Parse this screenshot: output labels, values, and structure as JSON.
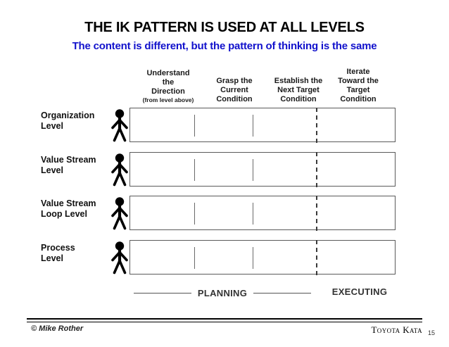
{
  "slide": {
    "title": "THE IK PATTERN IS USED AT ALL LEVELS",
    "subtitle": "The content is different, but the pattern of thinking is the same",
    "title_color": "#000000",
    "subtitle_color": "#1111cc"
  },
  "columns": [
    {
      "label": "Understand\nthe\nDirection",
      "line1": "Understand",
      "line2": "the",
      "line3": "Direction",
      "sub": "(from level above)"
    },
    {
      "label": "Grasp the Current Condition",
      "line1": "Grasp the",
      "line2": "Current",
      "line3": "Condition",
      "sub": ""
    },
    {
      "label": "Establish the Next Target Condition",
      "line1": "Establish the",
      "line2": "Next Target",
      "line3": "Condition",
      "sub": ""
    },
    {
      "label": "Iterate Toward the Target Condition",
      "line0": "Iterate",
      "line1": "Toward the",
      "line2": "Target",
      "line3": "Condition",
      "sub": ""
    }
  ],
  "rows": [
    {
      "line1": "Organization",
      "line2": "Level",
      "icon": "person-figure-icon"
    },
    {
      "line1": "Value Stream",
      "line2": "Level",
      "icon": "person-figure-icon"
    },
    {
      "line1": "Value Stream",
      "line2": "Loop Level",
      "icon": "person-figure-icon"
    },
    {
      "line1": "Process",
      "line2": "Level",
      "icon": "person-figure-icon"
    }
  ],
  "phases": {
    "planning": "PLANNING",
    "executing": "EXECUTING"
  },
  "footer": {
    "copyright": "© Mike Rother",
    "brand": "Toyota Kata",
    "page_number": "15"
  }
}
